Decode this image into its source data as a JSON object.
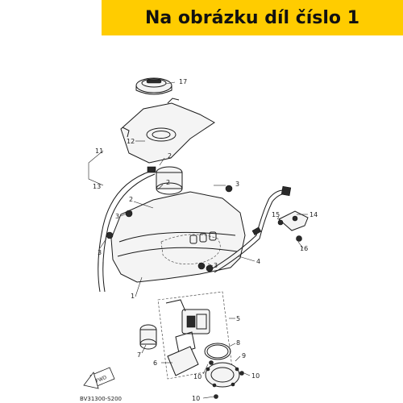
{
  "banner": {
    "text": "Na obrázku díl číslo 1",
    "background_color": "#FFCC00"
  },
  "diagram": {
    "callouts": [
      "17",
      "12",
      "11",
      "13",
      "2",
      "2",
      "2",
      "3",
      "3",
      "3",
      "3",
      "15",
      "14",
      "16",
      "4",
      "1",
      "5",
      "7",
      "6",
      "8",
      "9",
      "10",
      "10",
      "10"
    ],
    "drawing_code": "BV31300-S200",
    "fwd_symbol": "FWD"
  }
}
